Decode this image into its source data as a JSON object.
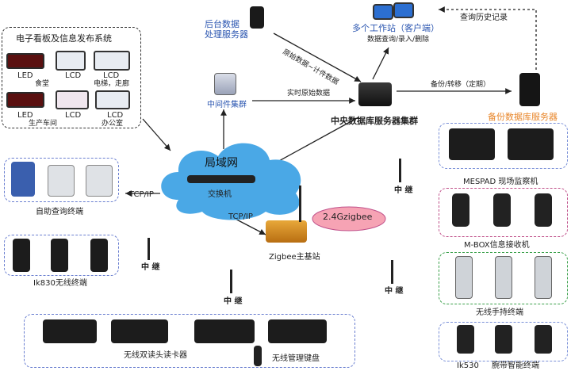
{
  "ebill": {
    "title": "电子看板及信息发布系统",
    "items": [
      {
        "type": "LED",
        "label": "食堂"
      },
      {
        "type": "LCD",
        "label": ""
      },
      {
        "type": "LCD",
        "label": "电梯，走廊"
      },
      {
        "type": "LED",
        "label": "生产车间"
      },
      {
        "type": "LCD",
        "label": ""
      },
      {
        "type": "LCD",
        "label": "办公室"
      }
    ],
    "led": "LED",
    "lcd": "LCD"
  },
  "servers": {
    "backend_l1": "后台数据",
    "backend_l2": "处理服务器",
    "middleware": "中间件集群",
    "central": "中央数据库服务器集群",
    "backup": "备份数据库服务器",
    "workstation_title": "多个工作站（客户端）",
    "workstation_sub": "数据查询/录入/删除"
  },
  "flows": {
    "history": "查询历史记录",
    "raw_plan": "原始数据~计件数据",
    "realtime": "实时原始数据",
    "backup": "备份/转移（定期）",
    "tcpip1": "TCP/IP",
    "tcpip2": "TCP/IP"
  },
  "network": {
    "lan": "局域网",
    "switch": "交换机",
    "zigbee_station": "Zigbee主基站",
    "zigbee_band": "2.4Gzigbee"
  },
  "relay": "中 继",
  "terminals": {
    "self_query": "自助查询终端",
    "ik830": "Ik830无线终端",
    "dual_reader": "无线双读头读卡器",
    "keypad": "无线管理键盘",
    "mespad": "MESPAD 现场监察机",
    "mbox": "M-BOX信息接收机",
    "handheld": "无线手持终端",
    "ik530": "Ik530",
    "wrist": "腕带智能终端"
  },
  "colors": {
    "accent_orange": "#e8862a",
    "panel_blue": "#6a7fd0",
    "panel_pink": "#c0508a",
    "panel_green": "#3aa04a",
    "cloud": "#4aa8e6"
  }
}
